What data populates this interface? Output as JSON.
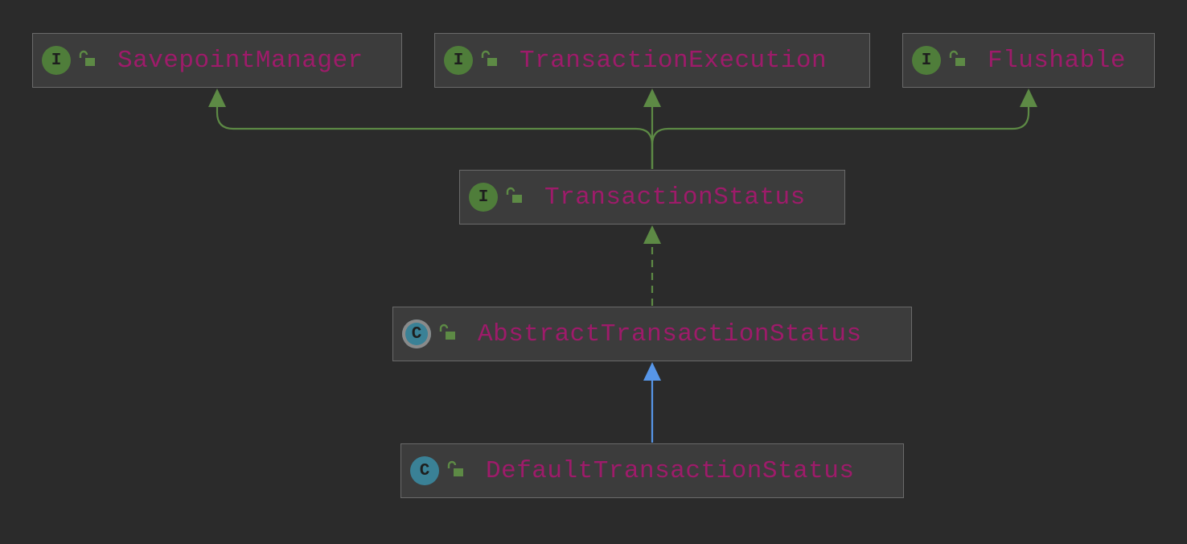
{
  "colors": {
    "background": "#2b2b2b",
    "node_fill": "#3c3c3c",
    "node_border": "#6a6a6a",
    "name_text": "#9e1b6a",
    "interface_icon": "#4f7d3a",
    "class_icon": "#3a8196",
    "extends_interface_edge": "#5d8a45",
    "implements_edge": "#5d8a45",
    "extends_class_edge": "#5796e8"
  },
  "nodes": [
    {
      "id": "savepoint-manager",
      "name": "SavepointManager",
      "kind": "interface",
      "kind_letter": "I",
      "access": "public"
    },
    {
      "id": "transaction-execution",
      "name": "TransactionExecution",
      "kind": "interface",
      "kind_letter": "I",
      "access": "public"
    },
    {
      "id": "flushable",
      "name": "Flushable",
      "kind": "interface",
      "kind_letter": "I",
      "access": "public"
    },
    {
      "id": "transaction-status",
      "name": "TransactionStatus",
      "kind": "interface",
      "kind_letter": "I",
      "access": "public"
    },
    {
      "id": "abstract-transaction-status",
      "name": "AbstractTransactionStatus",
      "kind": "abstract-class",
      "kind_letter": "C",
      "access": "public"
    },
    {
      "id": "default-transaction-status",
      "name": "DefaultTransactionStatus",
      "kind": "class",
      "kind_letter": "C",
      "access": "public"
    }
  ],
  "edges": [
    {
      "from": "transaction-status",
      "to": "savepoint-manager",
      "type": "extends",
      "line": "solid"
    },
    {
      "from": "transaction-status",
      "to": "transaction-execution",
      "type": "extends",
      "line": "solid"
    },
    {
      "from": "transaction-status",
      "to": "flushable",
      "type": "extends",
      "line": "solid"
    },
    {
      "from": "abstract-transaction-status",
      "to": "transaction-status",
      "type": "implements",
      "line": "dashed"
    },
    {
      "from": "default-transaction-status",
      "to": "abstract-transaction-status",
      "type": "extends",
      "line": "solid"
    }
  ]
}
